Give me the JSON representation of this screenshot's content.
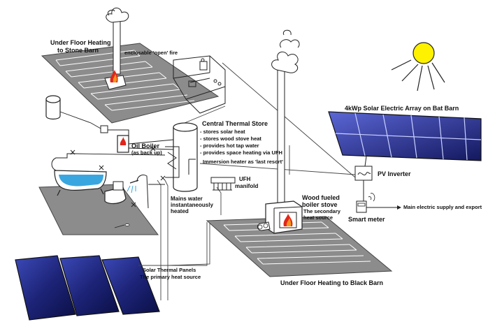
{
  "labels": {
    "ufh_stone_title_1": "Under Floor Heating",
    "ufh_stone_title_2": "to Stone Barn",
    "open_fire": "enclosable 'open' fire",
    "solar_array": "4kWp Solar Electric Array on Bat Barn",
    "store_title": "Central Thermal Store",
    "store_points": [
      "- stores solar heat",
      "- stores wood stove heat",
      "- provides hot tap water",
      "- provides space heating via UFH"
    ],
    "oil_boiler": "Oil Boiler",
    "oil_boiler_note": "(as back up)",
    "immersion_heater": "Immersion heater as 'last resort'",
    "pv_inverter": "PV Inverter",
    "ufh_manifold_1": "UFH",
    "ufh_manifold_2": "manifold",
    "mains_water_1": "Mains water",
    "mains_water_2": "instantaneously",
    "mains_water_3": "heated",
    "wood_stove_1": "Wood fueled",
    "wood_stove_2": "boiler stove",
    "wood_stove_3": "The secondary",
    "wood_stove_4": "heat source",
    "smart_meter": "Smart meter",
    "main_supply": "Main electric supply and export",
    "solar_thermal_1": "Solar Thermal Panels",
    "solar_thermal_2": "The primary heat source",
    "ufh_black_barn": "Under Floor Heating to Black Barn"
  },
  "colors": {
    "floor": "#8c8c8c",
    "pipe": "#ffffff",
    "panel": "#1c1f6e",
    "panel_light": "#4b57c2",
    "sun": "#fff200",
    "flame_red": "#e0261b",
    "flame_orange": "#f7941d",
    "water": "#3aa6e0"
  },
  "icons": {
    "sun": "sun-icon",
    "fire": "flame-icon",
    "house": "stone-barn-icon",
    "tank": "water-tank-icon",
    "bath": "bathtub-icon",
    "shower": "shower-icon",
    "toilet": "toilet-icon",
    "inverter": "inverter-icon",
    "meter": "meter-icon"
  }
}
